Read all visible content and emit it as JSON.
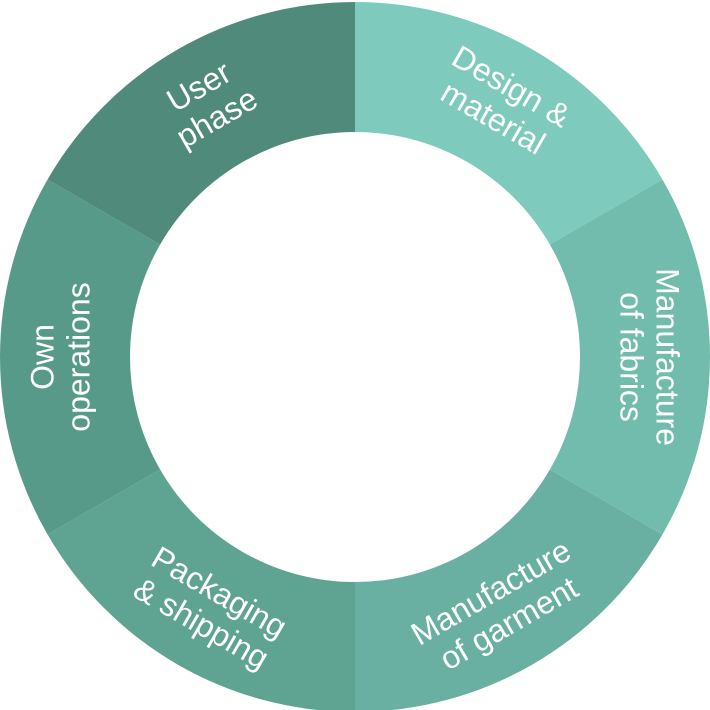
{
  "diagram": {
    "type": "circular-lifecycle",
    "segments": [
      {
        "id": "design-material",
        "lines": [
          "Design &",
          "material"
        ],
        "color": "#7ecabc"
      },
      {
        "id": "manufacture-fabrics",
        "lines": [
          "Manufacture",
          "of fabrics"
        ],
        "color": "#72bcae"
      },
      {
        "id": "manufacture-garment",
        "lines": [
          "Manufacture",
          "of garment"
        ],
        "color": "#69b0a2"
      },
      {
        "id": "packaging-shipping",
        "lines": [
          "Packaging",
          "& shipping"
        ],
        "color": "#5fa392"
      },
      {
        "id": "own-operations",
        "lines": [
          "Own",
          "operations"
        ],
        "color": "#589a89"
      },
      {
        "id": "user-phase",
        "lines": [
          "User",
          "phase"
        ],
        "color": "#4f8a7a"
      }
    ]
  }
}
